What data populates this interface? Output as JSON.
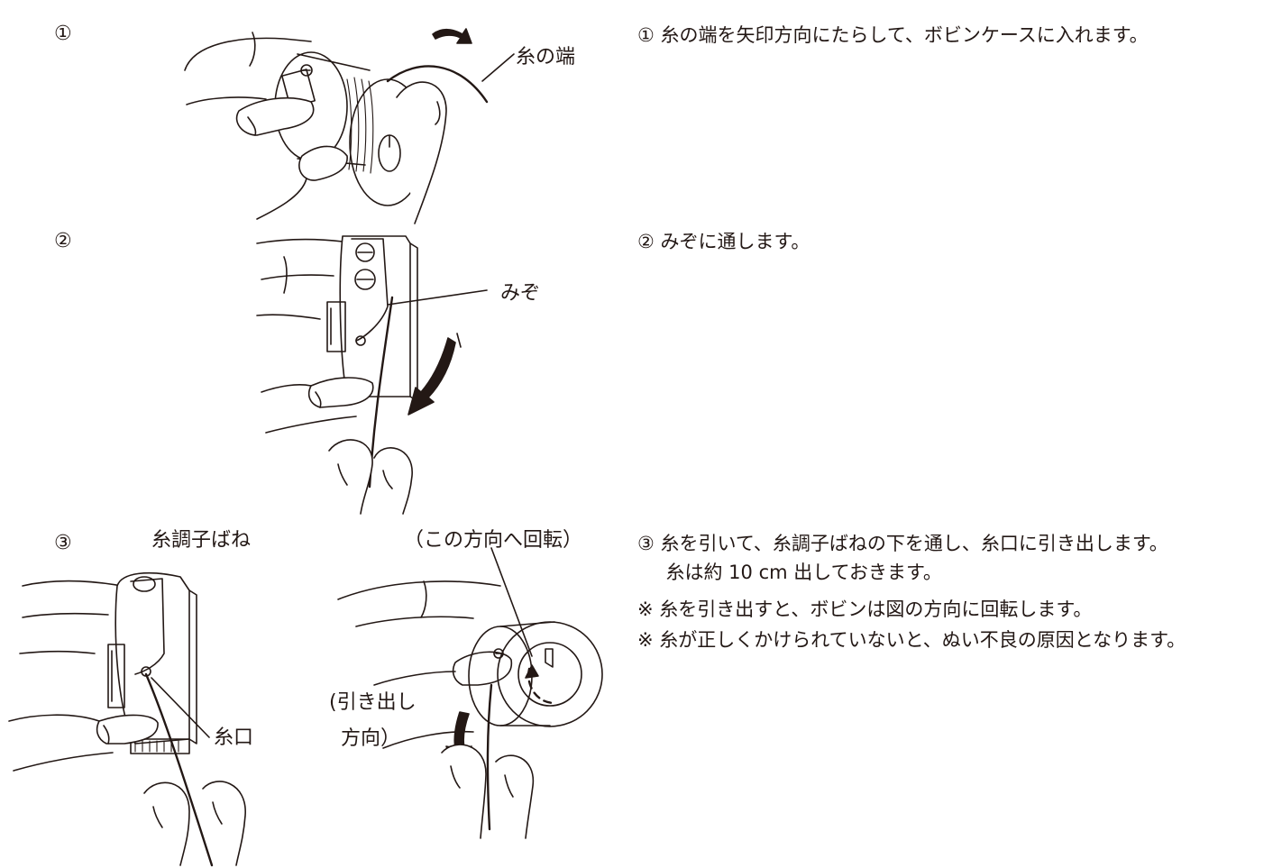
{
  "steps": [
    {
      "number": "①",
      "callouts": [
        "糸の端"
      ],
      "instruction": "① 糸の端を矢印方向にたらして、ボビンケースに入れます。"
    },
    {
      "number": "②",
      "callouts": [
        "みぞ"
      ],
      "instruction": "② みぞに通します。"
    },
    {
      "number": "③",
      "callouts": [
        "糸調子ばね",
        "糸口",
        "（この方向へ回転）",
        "(引き出し",
        "方向）"
      ],
      "instruction": "③ 糸を引いて、糸調子ばねの下を通し、糸口に引き出します。",
      "sub_instruction": "糸は約 10 cm 出しておきます。",
      "notes": [
        "※ 糸を引き出すと、ボビンは図の方向に回転します。",
        "※ 糸が正しくかけられていないと、ぬい不良の原因となります。"
      ]
    }
  ],
  "colors": {
    "ink": "#231815",
    "background": "#ffffff"
  }
}
